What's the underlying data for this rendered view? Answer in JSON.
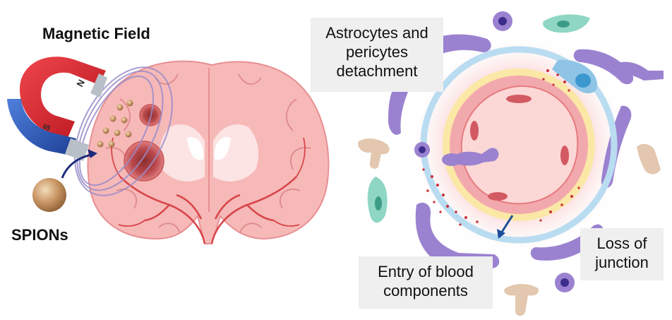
{
  "labels": {
    "magnetic_field": "Magnetic Field",
    "spions": "SPIONs",
    "magnet_n": "N",
    "magnet_s": "S"
  },
  "callouts": {
    "astrocytes": [
      "Astrocytes and",
      "pericytes",
      "detachment"
    ],
    "entry": [
      "Entry of blood",
      "components"
    ],
    "loss": [
      "Loss of",
      "junction"
    ]
  },
  "colors": {
    "brain": "#f6b9b8",
    "vessel": "#d8464a",
    "magnet_red": "#d8262f",
    "magnet_blue": "#2f5fc0",
    "astrocyte": "#9b82d0",
    "pericyte_blue": "#b9dcf1",
    "basement_yellow": "#fbe7a6",
    "endothelium": "#f2a9ad",
    "microglia_teal": "#8fd6c4",
    "callout_bg": "#efefef"
  }
}
